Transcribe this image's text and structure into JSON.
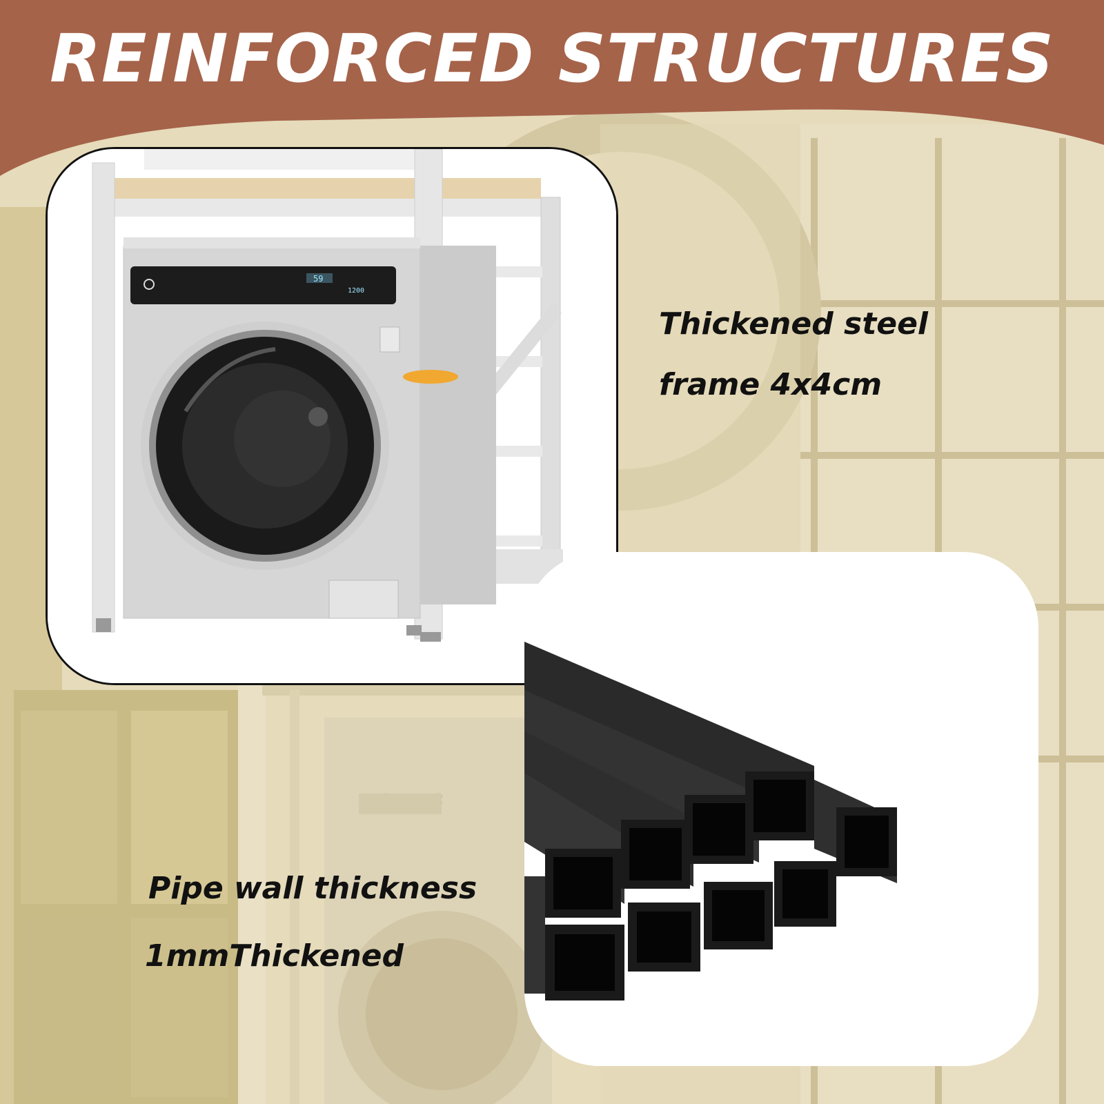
{
  "banner": {
    "title": "REINFORCED STRUCTURES",
    "color": "#a5634a"
  },
  "features": [
    {
      "line1": "Thickened steel",
      "line2": "frame 4x4cm",
      "icon": "steel-frame-image"
    },
    {
      "line1": "Pipe wall thickness",
      "line2": "1mmThickened",
      "icon": "square-pipes-image"
    }
  ],
  "appliance": {
    "display_time": "59",
    "display_speed": "1200"
  },
  "background_brand": "SIEMENS"
}
